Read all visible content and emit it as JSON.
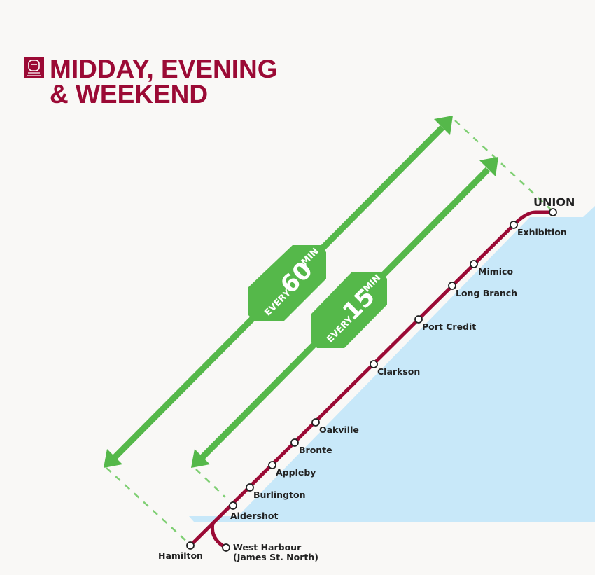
{
  "title": {
    "line1": "MIDDAY, EVENING",
    "line2": "& WEEKEND",
    "icon": "train-icon"
  },
  "badges": [
    {
      "prefix": "EVERY",
      "value": "60",
      "unit": "MIN"
    },
    {
      "prefix": "EVERY",
      "value": "15",
      "unit": "MIN"
    }
  ],
  "stations": {
    "union": "UNION",
    "exhibition": "Exhibition",
    "mimico": "Mimico",
    "long_branch": "Long Branch",
    "port_credit": "Port Credit",
    "clarkson": "Clarkson",
    "oakville": "Oakville",
    "bronte": "Bronte",
    "appleby": "Appleby",
    "burlington": "Burlington",
    "aldershot": "Aldershot",
    "hamilton": "Hamilton",
    "west_harbour_1": "West Harbour",
    "west_harbour_2": "(James St. North)"
  },
  "colors": {
    "line": "#9b0a35",
    "frequency": "#55b84a",
    "water": "#c8e8f9",
    "background": "#f9f8f6"
  }
}
